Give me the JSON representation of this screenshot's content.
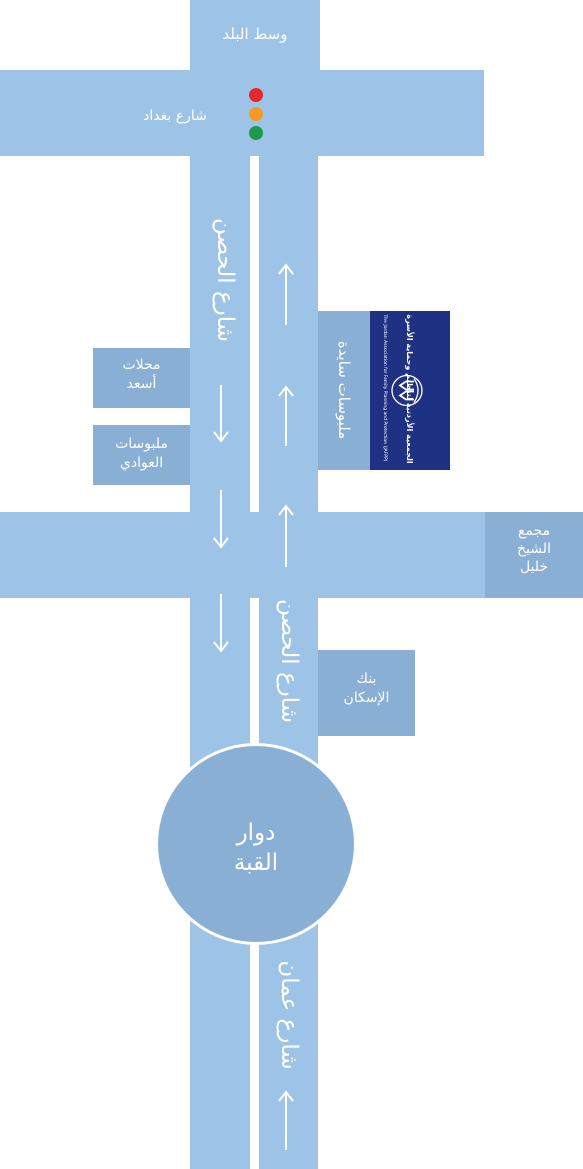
{
  "streets": {
    "downtown": "وسط البلد",
    "baghdad": "شارع بغداد",
    "hisn_upper": "شارع الحصن",
    "hisn_lower": "شارع الحصن",
    "amman": "شارع عمان"
  },
  "roundabout": {
    "line1": "دوار",
    "line2": "القبة"
  },
  "places": {
    "asaad": {
      "line1": "محلات",
      "line2": "أسعد"
    },
    "awadi": {
      "line1": "ملبوسات",
      "line2": "العوادي"
    },
    "sayida": "ملبوسات سايدة",
    "sheikh_khalil": {
      "line1": "مجمع",
      "line2": "الشيخ",
      "line3": "خليل"
    },
    "iskan_bank": {
      "line1": "بنك",
      "line2": "الإسكان"
    }
  },
  "logo": {
    "name_ar": "الجمعية الأردنية لتنظيم وحماية الأسرة",
    "name_en": "The Jordan Association for Family Planning and Protection (JAFPP)"
  },
  "traffic_light": {
    "colors": [
      "#e12b2b",
      "#f39a24",
      "#1a9a4a"
    ]
  },
  "colors": {
    "road": "#9dc3e6",
    "building": "#8aafd4",
    "roundabout": "#8aafd4",
    "logo_bg": "#1e3182"
  }
}
